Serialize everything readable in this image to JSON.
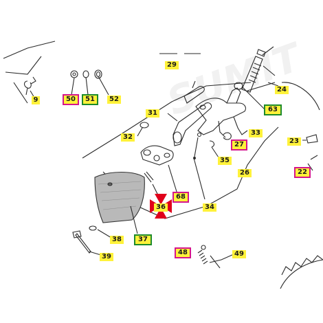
{
  "colors": {
    "highlight": "#fff23a",
    "pink_frame": "#d4148c",
    "green_frame": "#1c8a2a",
    "marker": "#e0001b",
    "line": "#2a2a2a"
  },
  "watermark": "SUMIT",
  "labels": {
    "l9": "9",
    "l50": "50",
    "l51": "51",
    "l52": "52",
    "l29": "29",
    "l24": "24",
    "l31": "31",
    "l63": "63",
    "l32": "32",
    "l33": "33",
    "l27": "27",
    "l23": "23",
    "l35": "35",
    "l26": "26",
    "l22": "22",
    "l68": "68",
    "l36": "36",
    "l34": "34",
    "l37": "37",
    "l38": "38",
    "l39": "39",
    "l48": "48",
    "l49": "49"
  }
}
